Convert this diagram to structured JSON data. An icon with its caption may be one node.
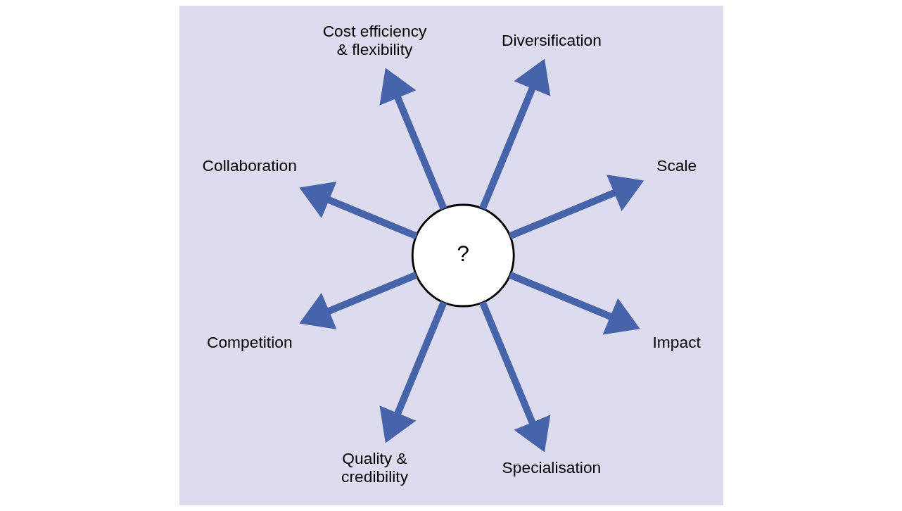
{
  "diagram": {
    "nodes": [
      {
        "text": [
          "Scale"
        ]
      },
      {
        "text": [
          "Diversification"
        ]
      },
      {
        "text": [
          "Cost efficiency & flexibility"
        ]
      },
      {
        "text": [
          "Collaboration"
        ]
      },
      {
        "text": [
          "?"
        ]
      },
      {
        "text": [
          "Competition"
        ]
      },
      {
        "text": [
          "Quality & credibility"
        ]
      },
      {
        "text": [
          "Specialisation"
        ]
      },
      {
        "text": [
          "Impact"
        ]
      }
    ],
    "edges": [
      {
        "from": 4,
        "to": 0,
        "arrow": "to"
      },
      {
        "from": 4,
        "to": 2,
        "arrow": "to"
      },
      {
        "from": 4,
        "to": 5,
        "arrow": "to"
      },
      {
        "from": 4,
        "to": 7,
        "arrow": "to"
      },
      {
        "from": 4,
        "to": 8,
        "arrow": "to"
      },
      {
        "from": 4,
        "to": 6,
        "arrow": "to"
      },
      {
        "from": 4,
        "to": 3,
        "arrow": "to"
      },
      {
        "from": 4,
        "to": 1,
        "arrow": "to"
      }
    ]
  }
}
